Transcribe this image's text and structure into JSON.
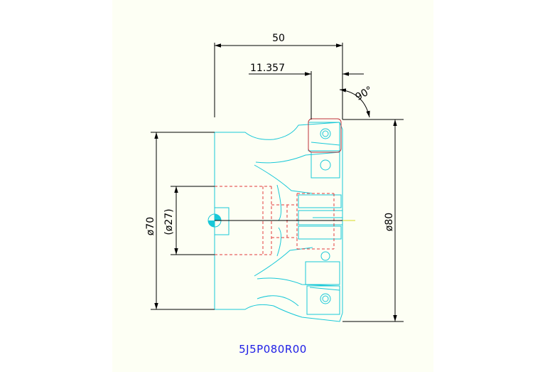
{
  "drawing": {
    "part_number": "5J5P080R00",
    "dimensions": {
      "length": "50",
      "offset": "11.357",
      "angle": "90°",
      "outer_diameter": "ø80",
      "body_diameter": "ø70",
      "bore_diameter": "(ø27)"
    }
  },
  "colors": {
    "background": "#fdfff4",
    "outline": "#19c8d8",
    "hidden": "#e23b3b",
    "dimension": "#000000",
    "caption": "#1d1de6",
    "highlight": "#c0303a"
  }
}
